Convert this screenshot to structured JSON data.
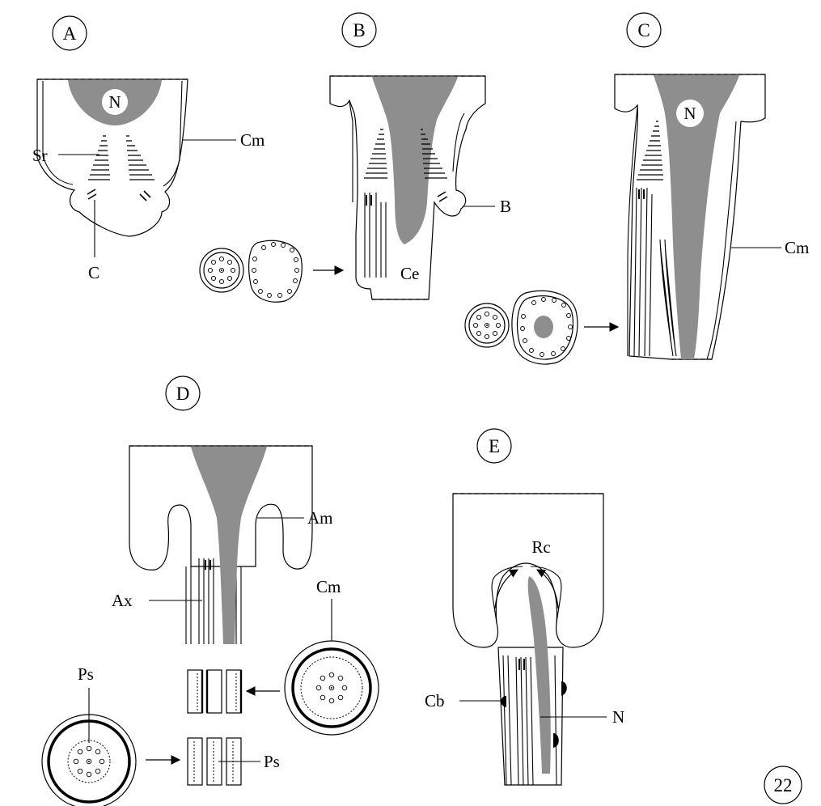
{
  "panels": {
    "a": {
      "id": "A",
      "labels": {
        "n": "N",
        "sr": "Sr",
        "cm": "Cm",
        "c": "C"
      }
    },
    "b": {
      "id": "B",
      "labels": {
        "b": "B",
        "ce": "Ce"
      }
    },
    "c": {
      "id": "C",
      "labels": {
        "n": "N",
        "cm": "Cm"
      }
    },
    "d": {
      "id": "D",
      "labels": {
        "am": "Am",
        "ax": "Ax",
        "cm": "Cm",
        "ps_left": "Ps",
        "ps_right": "Ps"
      }
    },
    "e": {
      "id": "E",
      "labels": {
        "rc": "Rc",
        "cb": "Cb",
        "n": "N"
      }
    }
  },
  "plate_number": "22",
  "colors": {
    "nucleus_fill": "#8e8e8e",
    "line": "#000000",
    "background": "#ffffff"
  }
}
